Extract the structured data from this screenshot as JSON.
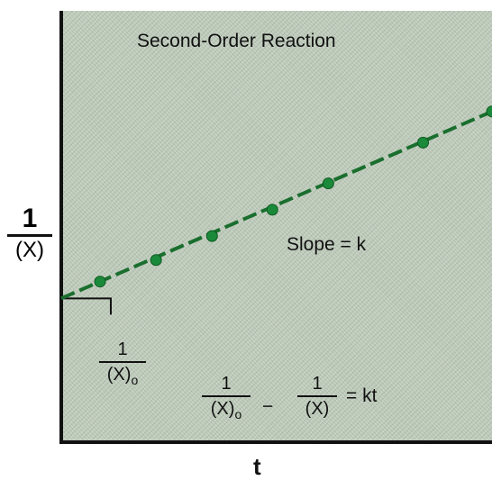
{
  "chart_data": {
    "type": "scatter",
    "title": "Second-Order Reaction",
    "ylabel": {
      "numerator": "1",
      "denominator": "(X)"
    },
    "xlabel": "t",
    "annotations": {
      "slope": "Slope = k",
      "intercept": {
        "numerator": "1",
        "denominator": "(X)",
        "subscript": "o"
      },
      "equation": {
        "term1": {
          "numerator": "1",
          "denominator": "(X)",
          "subscript": "o"
        },
        "operator": "−",
        "term2": {
          "numerator": "1",
          "denominator": "(X)"
        },
        "rhs": "= kt"
      }
    },
    "x": [
      0.09,
      0.22,
      0.35,
      0.49,
      0.62,
      0.84,
      1.0
    ],
    "y": [
      0.37,
      0.46,
      0.56,
      0.67,
      0.78,
      0.95,
      1.08
    ],
    "line": {
      "intercept": 0.3,
      "slope": 0.78
    },
    "xlim": [
      0,
      1
    ],
    "ylim": [
      -0.3,
      1.5
    ],
    "grid": false,
    "colors": {
      "line": "#1a6e2e",
      "points": "#1a8a3a",
      "panel": "#bcc9b9",
      "axes": "#111111"
    }
  }
}
